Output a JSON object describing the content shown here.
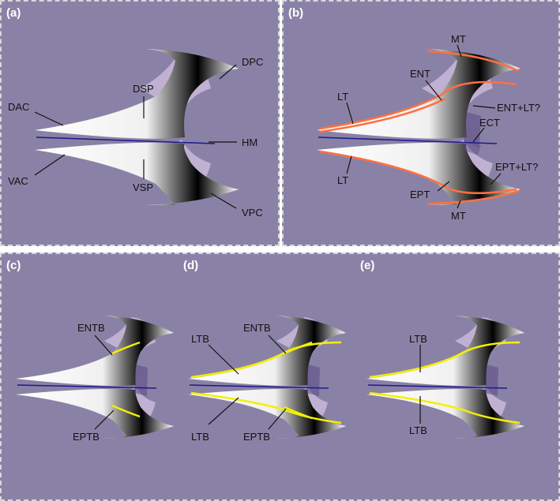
{
  "panels": {
    "a": {
      "label": "(a)",
      "annotations": {
        "dpc": "DPC",
        "dsp": "DSP",
        "dac": "DAC",
        "hm": "HM",
        "vac": "VAC",
        "vsp": "VSP",
        "vpc": "VPC"
      }
    },
    "b": {
      "label": "(b)",
      "annotations": {
        "mt_top": "MT",
        "ent": "ENT",
        "lt_top": "LT",
        "ent_lt": "ENT+LT?",
        "ect": "ECT",
        "lt_bottom": "LT",
        "ept_lt": "EPT+LT?",
        "ept": "EPT",
        "mt_bottom": "MT"
      }
    },
    "c": {
      "label": "(c)",
      "annotations": {
        "entb": "ENTB",
        "eptb": "EPTB"
      }
    },
    "d": {
      "label": "(d)",
      "annotations": {
        "ltb_top": "LTB",
        "entb": "ENTB",
        "ltb_bottom": "LTB",
        "eptb": "EPTB"
      }
    },
    "e": {
      "label": "(e)",
      "annotations": {
        "ltb_top": "LTB",
        "ltb_bottom": "LTB"
      }
    }
  },
  "colors": {
    "background": "#8a82a6",
    "panel_border": "#d8d8d8",
    "horizontal_line": "#1c1a8c",
    "tendon_orange": "#ff7040",
    "tendon_yellow": "#f4f000",
    "membrane": "#c9b8d8",
    "septum_purple": "#5a4a84"
  }
}
